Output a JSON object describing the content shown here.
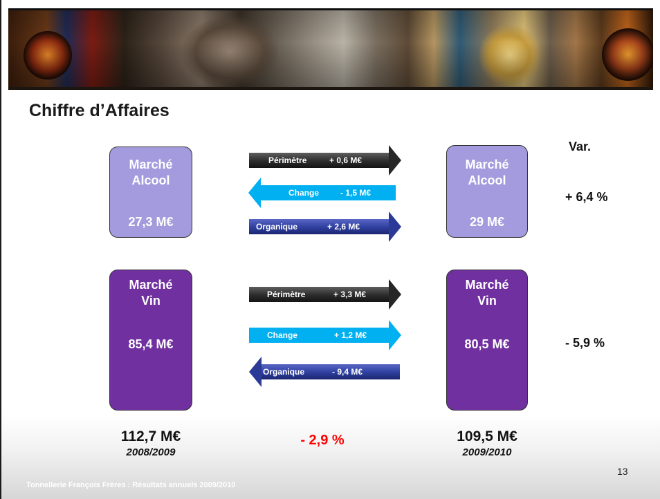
{
  "banner": {
    "icon": "photo-collage-banner"
  },
  "title": "Chiffre d’Affaires",
  "var_header": "Var.",
  "alcool": {
    "left": {
      "name_1": "Marché",
      "name_2": "Alcool",
      "value": "27,3 M€"
    },
    "right": {
      "name_1": "Marché",
      "name_2": "Alcool",
      "value": "29 M€"
    },
    "arrows": [
      {
        "label": "Périmètre",
        "value": "+ 0,6 M€",
        "direction": "right",
        "color": "dark"
      },
      {
        "label": "Change",
        "value": "- 1,5 M€",
        "direction": "left",
        "color": "cyan"
      },
      {
        "label": "Organique",
        "value": "+ 2,6 M€",
        "direction": "right",
        "color": "navy"
      }
    ],
    "variation": "+ 6,4 %"
  },
  "vin": {
    "left": {
      "name_1": "Marché",
      "name_2": "Vin",
      "value": "85,4 M€"
    },
    "right": {
      "name_1": "Marché",
      "name_2": "Vin",
      "value": "80,5 M€"
    },
    "arrows": [
      {
        "label": "Périmètre",
        "value": "+ 3,3 M€",
        "direction": "right",
        "color": "dark"
      },
      {
        "label": "Change",
        "value": "+ 1,2 M€",
        "direction": "right",
        "color": "cyan"
      },
      {
        "label": "Organique",
        "value": "- 9,4 M€",
        "direction": "left",
        "color": "navy"
      }
    ],
    "variation": "- 5,9 %"
  },
  "totals": {
    "left_value": "112,7 M€",
    "left_period": "2008/2009",
    "right_value": "109,5 M€",
    "right_period": "2009/2010",
    "variation": "- 2,9 %"
  },
  "colors": {
    "alcool_box": "#a39bdd",
    "vin_box": "#7030a0",
    "arrow_dark": "#262626",
    "arrow_cyan": "#00b0f0",
    "arrow_navy": "#2a3a96",
    "negative_total": "#ff0000"
  },
  "footer": "Tonnellerie François Frères : Résultats annuels 2009/2010",
  "page_number": "13"
}
